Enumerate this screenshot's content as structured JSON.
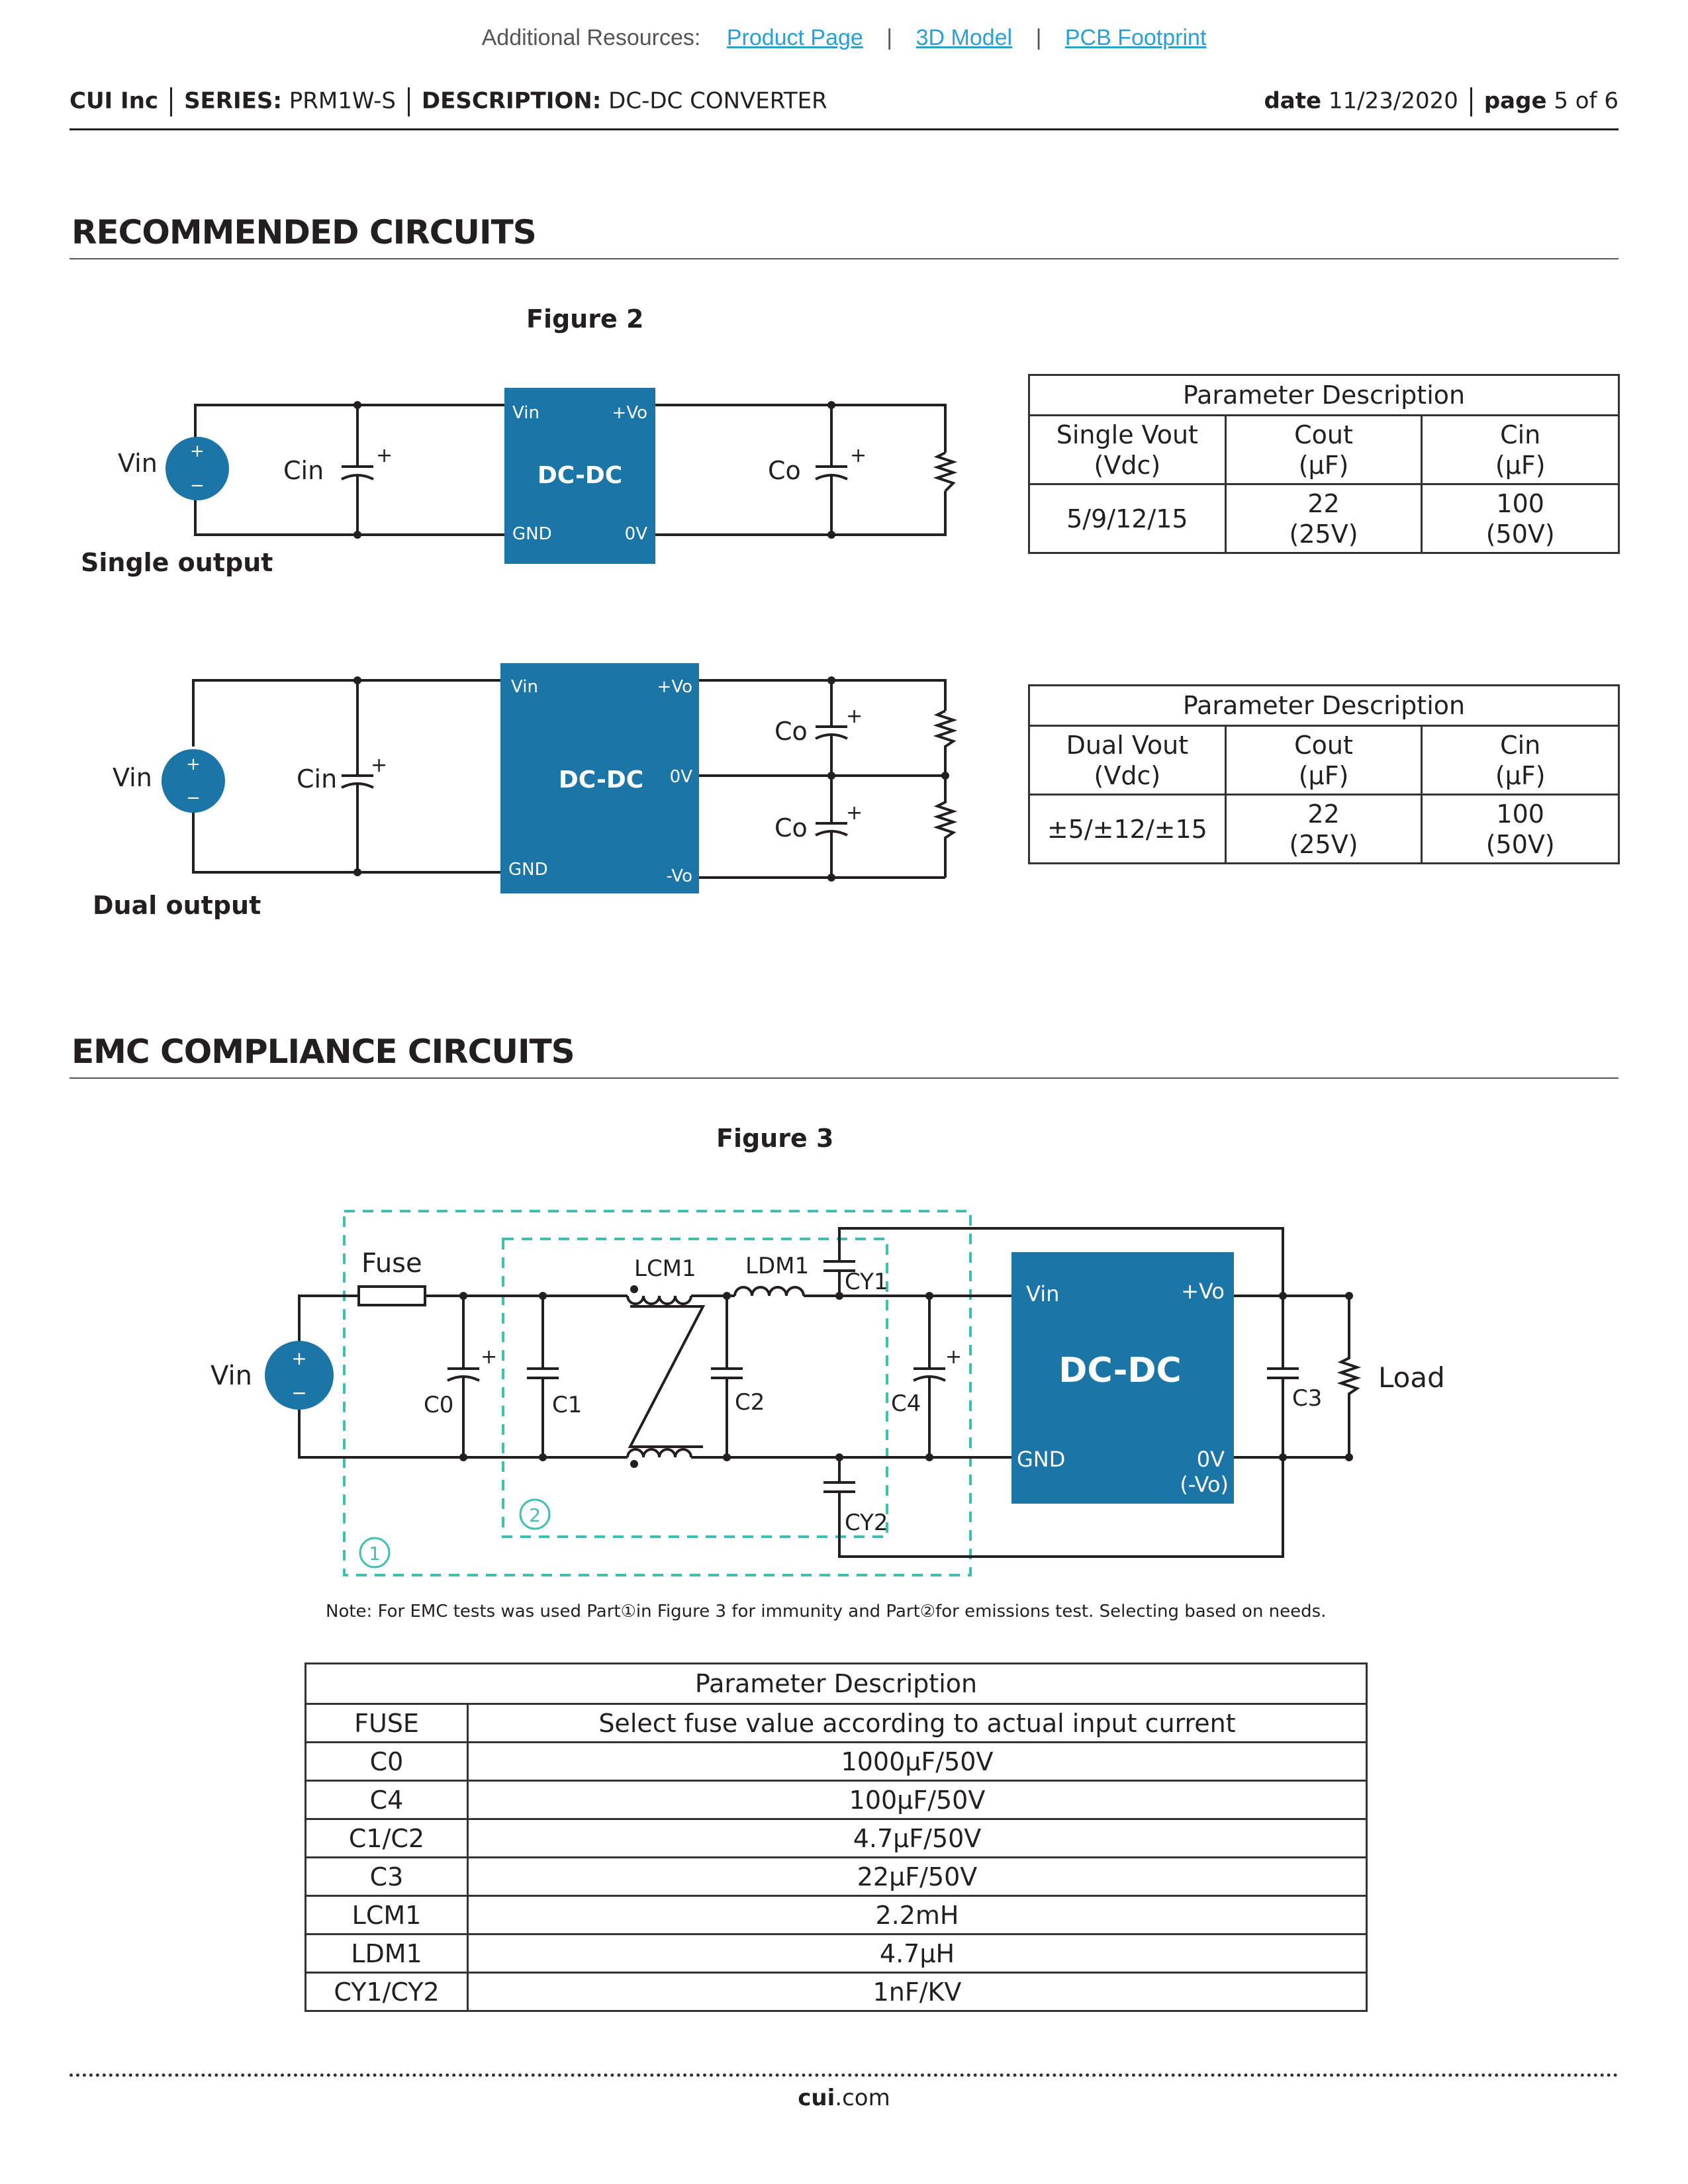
{
  "resources": {
    "label": "Additional Resources:",
    "links": [
      "Product Page",
      "3D Model",
      "PCB Footprint"
    ],
    "separator": "|"
  },
  "header": {
    "company": "CUI Inc",
    "series_label": "SERIES:",
    "series_value": "PRM1W-S",
    "description_label": "DESCRIPTION:",
    "description_value": "DC-DC CONVERTER",
    "date_label": "date",
    "date_value": "11/23/2020",
    "page_label": "page",
    "page_value": "5 of 6"
  },
  "recommended": {
    "title": "RECOMMENDED CIRCUITS",
    "figure_label": "Figure 2",
    "single": {
      "caption": "Single output",
      "labels": {
        "vin": "Vin",
        "cin": "Cin",
        "co": "Co",
        "module": "DC-DC",
        "pin_vin": "Vin",
        "pin_vo": "+Vo",
        "pin_gnd": "GND",
        "pin_0v": "0V",
        "plus": "+",
        "minus": "−"
      },
      "table": {
        "title": "Parameter Description",
        "headers": [
          [
            "Single Vout",
            "(Vdc)"
          ],
          [
            "Cout",
            "(μF)"
          ],
          [
            "Cin",
            "(μF)"
          ]
        ],
        "row": [
          [
            "5/9/12/15",
            ""
          ],
          [
            "22",
            "(25V)"
          ],
          [
            "100",
            "(50V)"
          ]
        ]
      }
    },
    "dual": {
      "caption": "Dual output",
      "labels": {
        "vin": "Vin",
        "cin": "Cin",
        "co1": "Co",
        "co2": "Co",
        "module": "DC-DC",
        "pin_vin": "Vin",
        "pin_vo": "+Vo",
        "pin_0v": "0V",
        "pin_gnd": "GND",
        "pin_nvo": "-Vo",
        "plus": "+",
        "minus": "−"
      },
      "table": {
        "title": "Parameter Description",
        "headers": [
          [
            "Dual Vout",
            "(Vdc)"
          ],
          [
            "Cout",
            "(μF)"
          ],
          [
            "Cin",
            "(μF)"
          ]
        ],
        "row": [
          [
            "±5/±12/±15",
            ""
          ],
          [
            "22",
            "(25V)"
          ],
          [
            "100",
            "(50V)"
          ]
        ]
      }
    }
  },
  "emc": {
    "title": "EMC COMPLIANCE CIRCUITS",
    "figure_label": "Figure 3",
    "labels": {
      "vin": "Vin",
      "fuse": "Fuse",
      "c0": "C0",
      "c1": "C1",
      "c2": "C2",
      "c3": "C3",
      "c4": "C4",
      "lcm1": "LCM1",
      "ldm1": "LDM1",
      "cy1": "CY1",
      "cy2": "CY2",
      "module": "DC-DC",
      "pin_vin": "Vin",
      "pin_vo": "+Vo",
      "pin_gnd": "GND",
      "pin_0v": "0V",
      "pin_nvo": "(-Vo)",
      "load": "Load",
      "part1": "1",
      "part2": "2",
      "plus": "+",
      "minus": "−"
    },
    "note": "Note:    For EMC tests was used Part①in Figure 3 for immunity and Part②for emissions test. Selecting based on needs.",
    "table": {
      "title": "Parameter Description",
      "rows": [
        [
          "FUSE",
          "Select fuse value according to actual input current"
        ],
        [
          "C0",
          "1000μF/50V"
        ],
        [
          "C4",
          "100μF/50V"
        ],
        [
          "C1/C2",
          "4.7μF/50V"
        ],
        [
          "C3",
          "22μF/50V"
        ],
        [
          "LCM1",
          "2.2mH"
        ],
        [
          "LDM1",
          "4.7μH"
        ],
        [
          "CY1/CY2",
          "1nF/KV"
        ]
      ]
    }
  },
  "footer": {
    "bold": "cui",
    "rest": ".com"
  },
  "colors": {
    "module": "#1b75a6",
    "source": "#1b75a6",
    "dashed": "#3fbfb0",
    "link": "#2a9fd6"
  }
}
